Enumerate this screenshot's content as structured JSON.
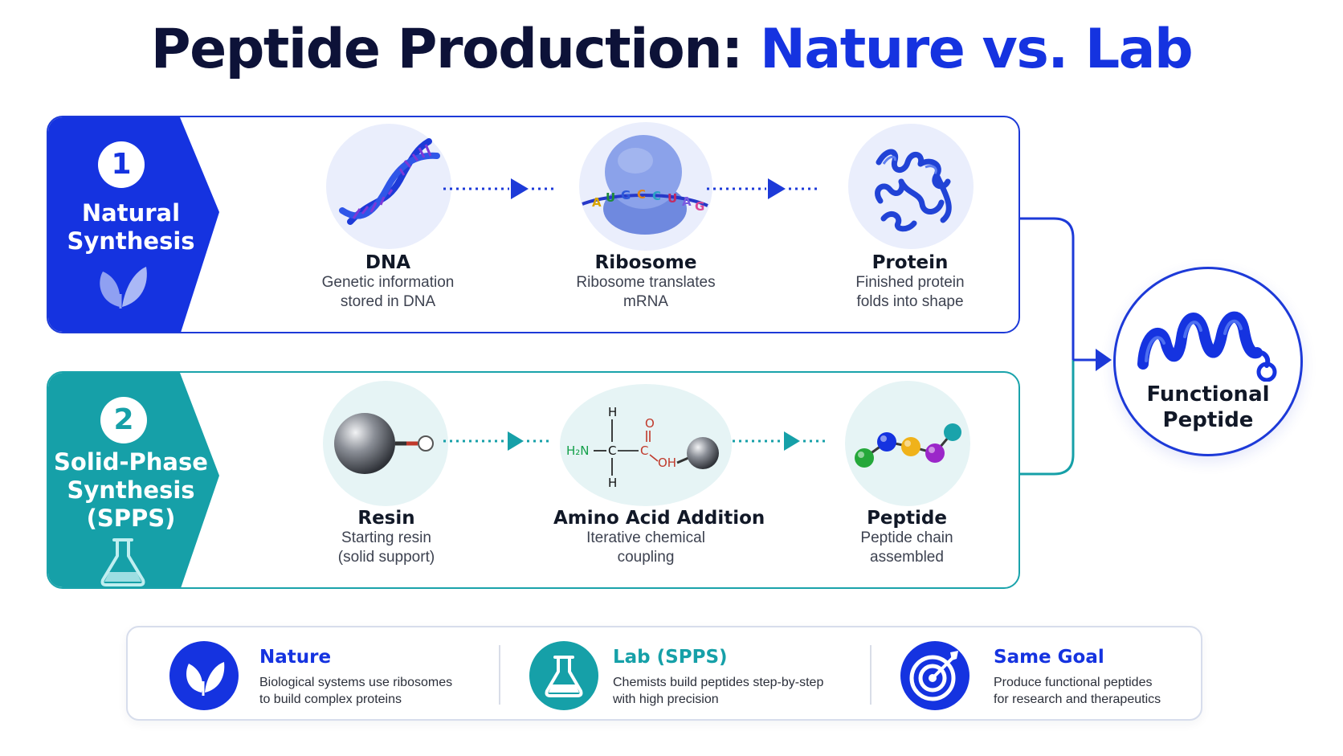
{
  "title": {
    "main": "Peptide Production: ",
    "accent": "Nature vs. Lab"
  },
  "colors": {
    "navy": "#0d1238",
    "blue": "#1533e0",
    "teal": "#16a0a8"
  },
  "natural": {
    "number": "1",
    "label": "Natural\nSynthesis",
    "icon": "leaf-icon",
    "steps": [
      {
        "title": "DNA",
        "desc": "Genetic information\nstored in DNA",
        "icon": "dna-helix-icon"
      },
      {
        "title": "Ribosome",
        "desc": "Ribosome translates\nmRNA",
        "icon": "ribosome-icon",
        "mrna_letters": [
          "A",
          "U",
          "G",
          "C",
          "C",
          "U",
          "A",
          "G"
        ]
      },
      {
        "title": "Protein",
        "desc": "Finished protein\nfolds into shape",
        "icon": "folded-protein-icon"
      }
    ]
  },
  "spps": {
    "number": "2",
    "label": "Solid-Phase\nSynthesis\n(SPPS)",
    "icon": "flask-icon",
    "steps": [
      {
        "title": "Resin",
        "desc": "Starting resin\n(solid support)",
        "icon": "resin-bead-icon"
      },
      {
        "title": "Amino Acid Addition",
        "desc": "Iterative chemical\ncoupling",
        "icon": "amino-acid-structure-icon",
        "formula": {
          "amine": "H₂N",
          "top_h": "H",
          "bottom_h": "H",
          "carbon": "C",
          "carbonyl_c": "C",
          "oxygen": "O",
          "hydroxyl": "OH"
        }
      },
      {
        "title": "Peptide",
        "desc": "Peptide chain\nassembled",
        "icon": "peptide-chain-icon"
      }
    ]
  },
  "final": {
    "label": "Functional\nPeptide",
    "icon": "peptide-helix-icon"
  },
  "summary": [
    {
      "title": "Nature",
      "desc": "Biological systems use ribosomes\nto build complex proteins",
      "icon": "leaf-icon",
      "color": "#1533e0"
    },
    {
      "title": "Lab (SPPS)",
      "desc": "Chemists build peptides step-by-step\nwith high precision",
      "icon": "flask-icon",
      "color": "#16a0a8"
    },
    {
      "title": "Same Goal",
      "desc": "Produce functional peptides\nfor research and therapeutics",
      "icon": "target-icon",
      "color": "#1533e0"
    }
  ]
}
